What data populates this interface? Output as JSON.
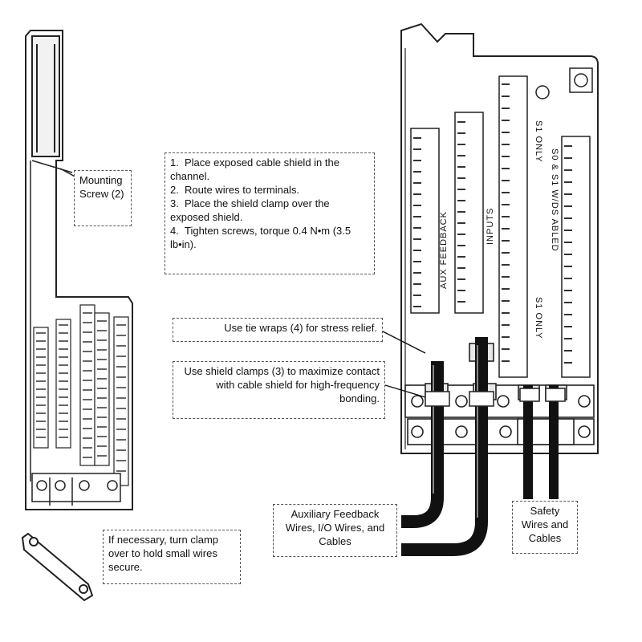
{
  "callouts": {
    "mounting_screw": "Mounting Screw (2)",
    "instructions": [
      {
        "num": "1.",
        "text": "Place exposed cable shield in the channel."
      },
      {
        "num": "2.",
        "text": "Route wires to terminals."
      },
      {
        "num": "3.",
        "text": "Place the shield clamp over the exposed shield."
      },
      {
        "num": "4.",
        "text": "Tighten screws, torque 0.4 N•m (3.5 lb•in)."
      }
    ],
    "tie_wraps": "Use tie wraps (4) for stress relief.",
    "shield_clamps": "Use shield clamps (3) to maximize contact with cable shield for high-frequency bonding.",
    "turn_clamp": "If necessary, turn clamp over to hold small wires secure.",
    "aux_wires": "Auxiliary Feedback Wires, I/O Wires, and Cables",
    "safety_wires": "Safety Wires and Cables"
  },
  "terminal_labels": {
    "aux_feedback": "AUX FEEDBACK",
    "inputs": "INPUTS",
    "s1_only_top": "S1 ONLY",
    "s1_only_bottom": "S1 ONLY",
    "s0_s1": "S0 & S1 W/DS ABLED"
  }
}
